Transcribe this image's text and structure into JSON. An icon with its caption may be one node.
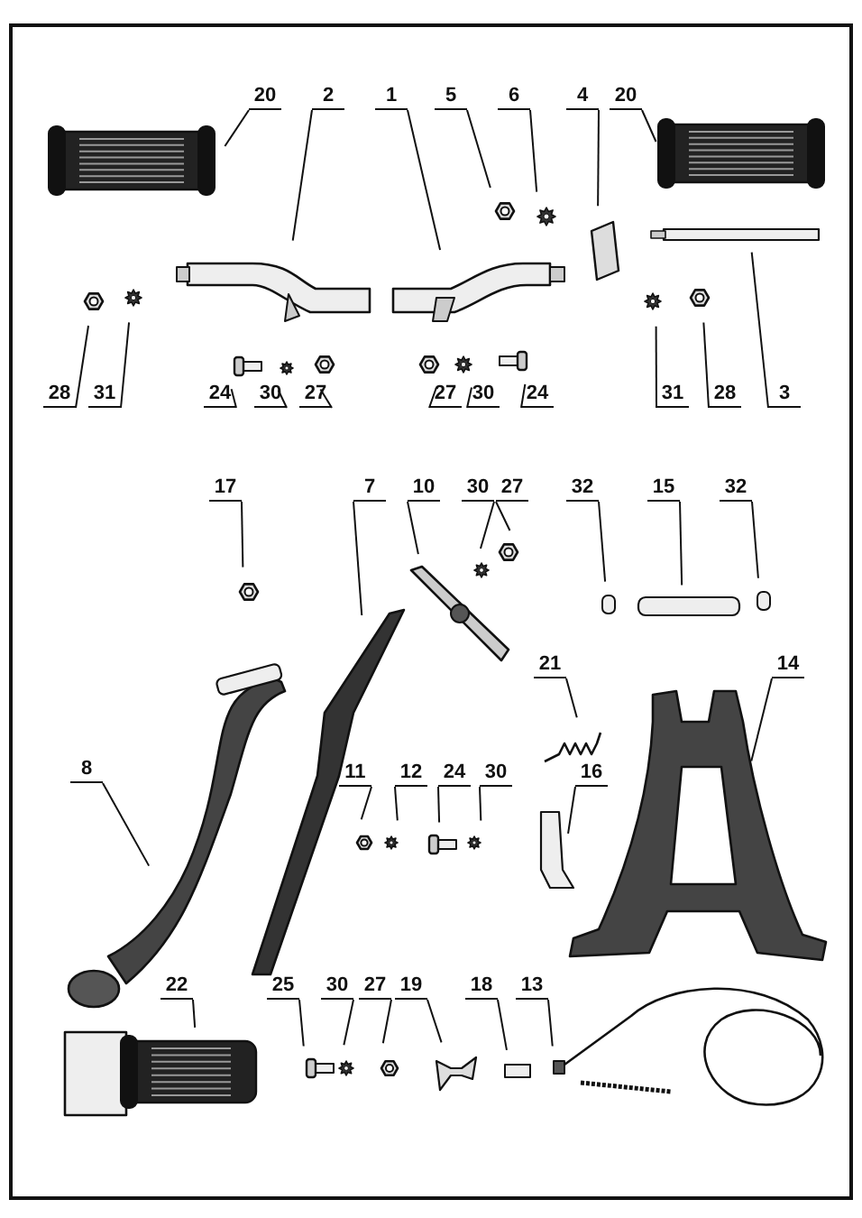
{
  "diagram": {
    "nodes": [
      {
        "text": [
          "20"
        ]
      },
      {
        "text": [
          "2"
        ]
      },
      {
        "text": [
          "1"
        ]
      },
      {
        "text": [
          "5"
        ]
      },
      {
        "text": [
          "6"
        ]
      },
      {
        "text": [
          "4"
        ]
      },
      {
        "text": [
          "20"
        ]
      },
      {
        "text": [
          "28"
        ]
      },
      {
        "text": [
          "31"
        ]
      },
      {
        "text": [
          "24"
        ]
      },
      {
        "text": [
          "30"
        ]
      },
      {
        "text": [
          "27"
        ]
      },
      {
        "text": [
          "27"
        ]
      },
      {
        "text": [
          "30"
        ]
      },
      {
        "text": [
          "24"
        ]
      },
      {
        "text": [
          "31"
        ]
      },
      {
        "text": [
          "28"
        ]
      },
      {
        "text": [
          "3"
        ]
      },
      {
        "text": [
          "17"
        ]
      },
      {
        "text": [
          "7"
        ]
      },
      {
        "text": [
          "10"
        ]
      },
      {
        "text": [
          "30"
        ]
      },
      {
        "text": [
          "27"
        ]
      },
      {
        "text": [
          "32"
        ]
      },
      {
        "text": [
          "15"
        ]
      },
      {
        "text": [
          "32"
        ]
      },
      {
        "text": [
          "21"
        ]
      },
      {
        "text": [
          "14"
        ]
      },
      {
        "text": [
          "8"
        ]
      },
      {
        "text": [
          "11"
        ]
      },
      {
        "text": [
          "12"
        ]
      },
      {
        "text": [
          "24"
        ]
      },
      {
        "text": [
          "30"
        ]
      },
      {
        "text": [
          "16"
        ]
      },
      {
        "text": [
          "22"
        ]
      },
      {
        "text": [
          "25"
        ]
      },
      {
        "text": [
          "30"
        ]
      },
      {
        "text": [
          "27"
        ]
      },
      {
        "text": [
          "19"
        ]
      },
      {
        "text": [
          "18"
        ]
      },
      {
        "text": [
          "13"
        ]
      }
    ],
    "edges": [
      {
        "from": 0,
        "to": null,
        "arrow": "none"
      },
      {
        "from": 1,
        "to": null,
        "arrow": "none"
      },
      {
        "from": 2,
        "to": null,
        "arrow": "none"
      },
      {
        "from": 3,
        "to": null,
        "arrow": "none"
      },
      {
        "from": 4,
        "to": null,
        "arrow": "none"
      },
      {
        "from": 5,
        "to": null,
        "arrow": "none"
      },
      {
        "from": 6,
        "to": null,
        "arrow": "none"
      },
      {
        "from": 7,
        "to": null,
        "arrow": "none"
      },
      {
        "from": 8,
        "to": null,
        "arrow": "none"
      },
      {
        "from": 9,
        "to": null,
        "arrow": "none"
      },
      {
        "from": 10,
        "to": null,
        "arrow": "none"
      },
      {
        "from": 11,
        "to": null,
        "arrow": "none"
      },
      {
        "from": 12,
        "to": null,
        "arrow": "none"
      },
      {
        "from": 13,
        "to": null,
        "arrow": "none"
      },
      {
        "from": 14,
        "to": null,
        "arrow": "none"
      },
      {
        "from": 15,
        "to": null,
        "arrow": "none"
      },
      {
        "from": 16,
        "to": null,
        "arrow": "none"
      },
      {
        "from": 17,
        "to": null,
        "arrow": "none"
      },
      {
        "from": 18,
        "to": null,
        "arrow": "none"
      },
      {
        "from": 19,
        "to": null,
        "arrow": "none"
      },
      {
        "from": 20,
        "to": null,
        "arrow": "none"
      },
      {
        "from": 21,
        "to": null,
        "arrow": "none"
      },
      {
        "from": 22,
        "to": null,
        "arrow": "none"
      },
      {
        "from": 23,
        "to": null,
        "arrow": "none"
      },
      {
        "from": 24,
        "to": null,
        "arrow": "none"
      },
      {
        "from": 25,
        "to": null,
        "arrow": "none"
      },
      {
        "from": 26,
        "to": null,
        "arrow": "none"
      },
      {
        "from": 27,
        "to": null,
        "arrow": "none"
      },
      {
        "from": 28,
        "to": null,
        "arrow": "none"
      },
      {
        "from": 29,
        "to": null,
        "arrow": "none"
      },
      {
        "from": 30,
        "to": null,
        "arrow": "none"
      },
      {
        "from": 31,
        "to": null,
        "arrow": "none"
      },
      {
        "from": 32,
        "to": null,
        "arrow": "none"
      },
      {
        "from": 33,
        "to": null,
        "arrow": "none"
      },
      {
        "from": 34,
        "to": null,
        "arrow": "none"
      },
      {
        "from": 35,
        "to": null,
        "arrow": "none"
      },
      {
        "from": 36,
        "to": null,
        "arrow": "none"
      },
      {
        "from": 37,
        "to": null,
        "arrow": "none"
      },
      {
        "from": 38,
        "to": null,
        "arrow": "none"
      },
      {
        "from": 39,
        "to": null,
        "arrow": "none"
      },
      {
        "from": 40,
        "to": null,
        "arrow": "none"
      }
    ]
  }
}
